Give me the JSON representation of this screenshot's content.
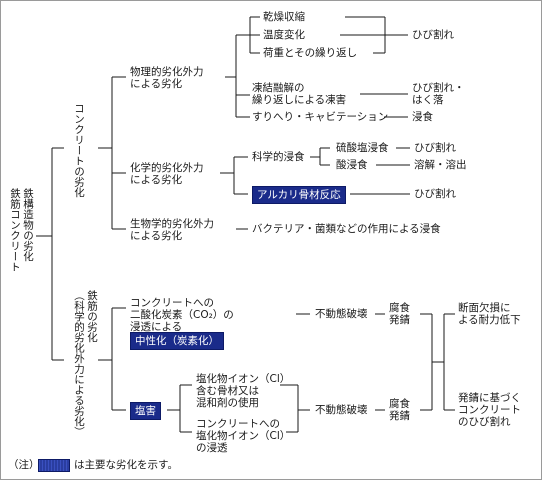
{
  "root": "鉄構造物の劣化\n鉄筋コンクリート",
  "concrete": {
    "label": "コンクリートの劣化",
    "physical": {
      "label": "物理的劣化外力\nによる劣化",
      "causes": [
        "乾燥収縮",
        "温度変化",
        "荷重とその繰り返し"
      ],
      "result": "ひび割れ",
      "freeze": "凍結融解の\n繰り返しによる凍害",
      "freeze_result": "ひび割れ・\nはく落",
      "erosion": "すりへり・キャビテーション",
      "erosion_result": "浸食"
    },
    "chemical": {
      "label": "化学的劣化外力\nによる劣化",
      "sub": "科学的浸食",
      "sulfate": "硫酸塩浸食",
      "sulfate_result": "ひび割れ",
      "acid": "酸浸食",
      "acid_result": "溶解・溶出",
      "asr": "アルカリ骨材反応",
      "asr_result": "ひび割れ"
    },
    "bio": {
      "label": "生物学的劣化外力\nによる劣化",
      "result": "バクテリア・菌類などの作用による浸食"
    }
  },
  "rebar": {
    "label": "鉄筋の劣化\n（科学的劣化外力による劣化）",
    "co2": "コンクリートへの\n二酸化炭素（CO₂）の\n浸透による",
    "neutral": "中性化（炭素化）",
    "passive1": "不動態破壊",
    "corrosion1": "腐食\n発錆",
    "salt": "塩害",
    "chloride_in": "塩化物イオン（Cl）\n含む骨材又は\n混和剤の使用",
    "chloride_pen": "コンクリートへの\n塩化物イオン（Cl）\nの浸透",
    "passive2": "不動態破壊",
    "corrosion2": "腐食\n発錆",
    "effect1": "断面欠損に\nよる耐力低下",
    "effect2": "発錆に基づく\nコンクリート\nのひび割れ"
  },
  "legend": {
    "prefix": "（注）",
    "text": "は主要な劣化を示す。"
  }
}
